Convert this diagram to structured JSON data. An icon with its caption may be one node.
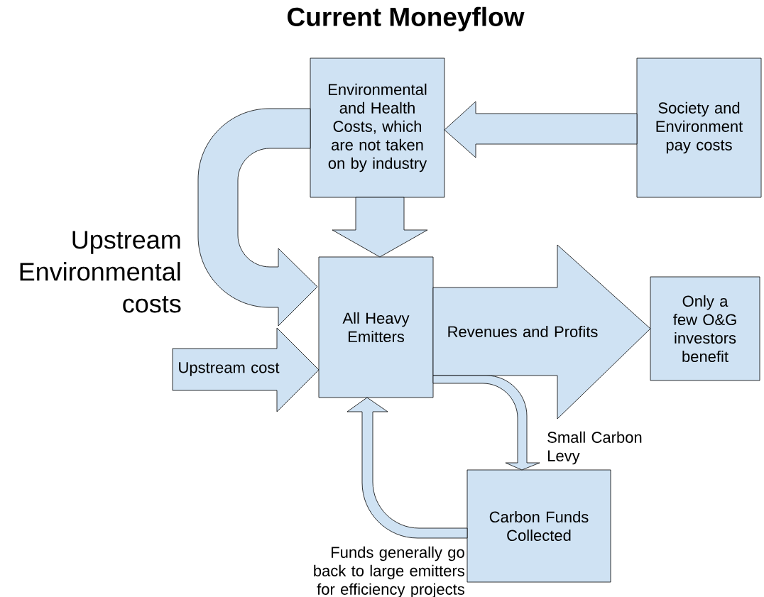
{
  "diagram": {
    "title": "Current Moneyflow",
    "nodes": [
      {
        "text": [
          "Environmental and Health Costs, which are not taken on by industry"
        ]
      },
      {
        "text": [
          "Society and Environment pay costs"
        ]
      },
      {
        "text": [
          "All Heavy Emitters"
        ]
      },
      {
        "text": [
          "Only a few O&G investors benefit"
        ]
      },
      {
        "text": [
          "Carbon Funds Collected"
        ]
      }
    ],
    "edges": [
      {
        "from": 1,
        "to": 0,
        "arrow": "to"
      },
      {
        "from": 0,
        "to": 2,
        "arrow": "to"
      },
      {
        "from": 0,
        "to": 2,
        "arrow": "to",
        "label": "Upstream Environmental costs"
      },
      {
        "from": null,
        "to": 2,
        "arrow": "to",
        "label": "Upstream cost"
      },
      {
        "from": 2,
        "to": 3,
        "arrow": "to",
        "label": "Revenues and Profits"
      },
      {
        "from": 2,
        "to": 4,
        "arrow": "to",
        "label": "Small Carbon Levy"
      },
      {
        "from": 4,
        "to": 2,
        "arrow": "to",
        "label": "Funds generally go back to large emitters for efficiency projects"
      }
    ]
  }
}
